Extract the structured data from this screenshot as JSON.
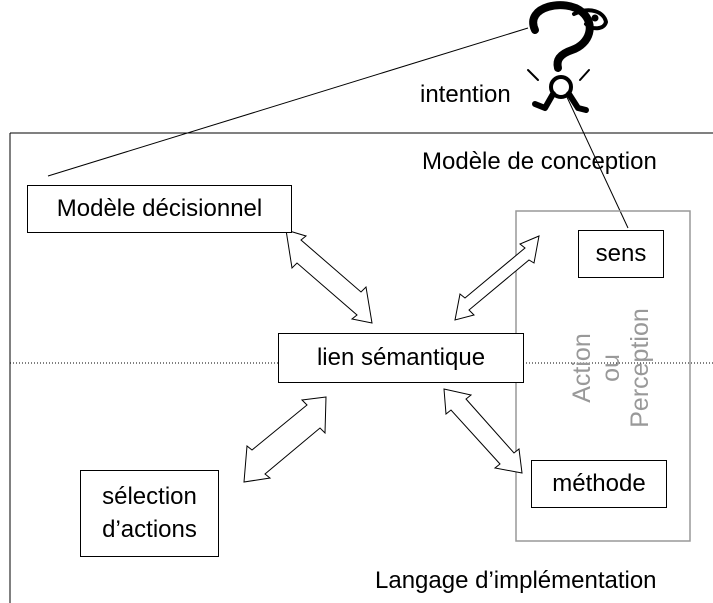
{
  "labels": {
    "intention": "intention",
    "conception": "Modèle de conception",
    "implementation": "Langage d’implémentation"
  },
  "boxes": {
    "decisionnel": "Modèle décisionnel",
    "sens": "sens",
    "lien": "lien sémantique",
    "selection_line1": "sélection",
    "selection_line2": "d’actions",
    "methode": "méthode"
  },
  "action_group": {
    "line1": "Action",
    "line2": "ou",
    "line3": "Perception"
  },
  "mascot": {
    "icon": "question-mark-character-icon"
  },
  "colors": {
    "lines": "#000000",
    "group_border": "#999999",
    "group_text": "#999999"
  }
}
